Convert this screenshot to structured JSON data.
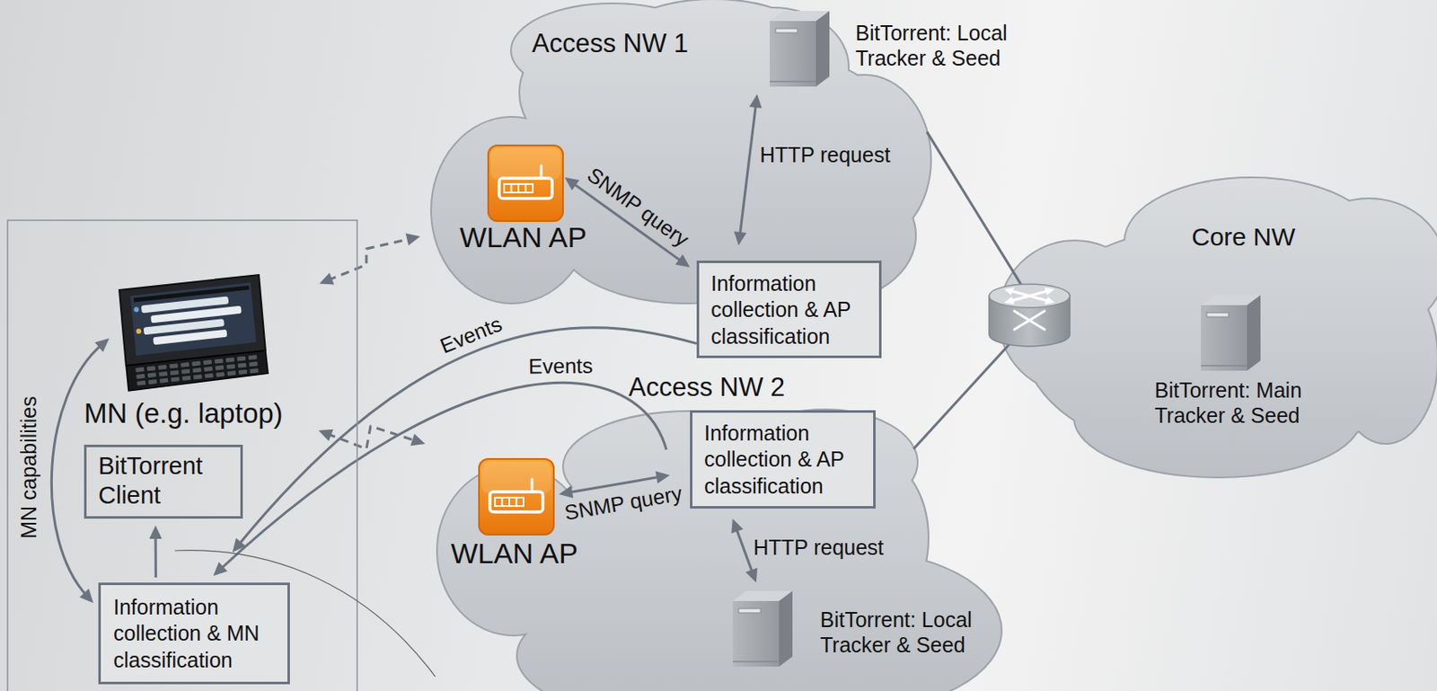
{
  "diagram": {
    "nodes": [
      {
        "text": [
          "Access NW 1"
        ]
      },
      {
        "text": [
          "WLAN AP"
        ],
        "in": 0
      },
      {
        "text": [
          "BitTorrent: Local Tracker & Seed"
        ],
        "in": 0
      },
      {
        "text": [
          "Information collection & AP classification"
        ],
        "in": 0
      },
      {
        "text": [
          "MN (e.g. laptop)"
        ]
      },
      {
        "text": [
          "BitTorrent Client"
        ]
      },
      {
        "text": [
          "Information collection & MN classification"
        ]
      },
      {
        "text": [
          "Access NW 2"
        ]
      },
      {
        "text": [
          "Information collection & AP classification"
        ],
        "in": 7
      },
      {
        "text": [
          "WLAN AP"
        ],
        "in": 7
      },
      {
        "text": [
          "BitTorrent: Local Tracker & Seed"
        ],
        "in": 7
      },
      {
        "text": [
          "Core NW"
        ]
      },
      {
        "text": [
          "BitTorrent: Main Tracker & Seed"
        ],
        "in": 11
      }
    ],
    "edges": [
      {
        "from": 1,
        "to": 3,
        "label": "SNMP query",
        "arrow": "both"
      },
      {
        "from": 2,
        "to": 3,
        "label": "HTTP request",
        "arrow": "both"
      },
      {
        "from": 3,
        "to": 6,
        "label": "Events",
        "arrow": "to"
      },
      {
        "from": 4,
        "to": 1,
        "arrow": "both"
      },
      {
        "from": 4,
        "to": 9,
        "arrow": "both"
      },
      {
        "from": 4,
        "to": 6,
        "label": "MN capabilities",
        "arrow": "both"
      },
      {
        "from": 6,
        "to": 5,
        "arrow": "to"
      },
      {
        "from": 9,
        "to": 8,
        "label": "SNMP query",
        "arrow": "both"
      },
      {
        "from": 8,
        "to": 10,
        "label": "HTTP request",
        "arrow": "both"
      },
      {
        "from": 8,
        "to": 6,
        "label": "Events",
        "arrow": "to"
      },
      {
        "from": 0,
        "to": 11,
        "arrow": "none"
      },
      {
        "from": 7,
        "to": 11,
        "arrow": "none"
      }
    ]
  }
}
